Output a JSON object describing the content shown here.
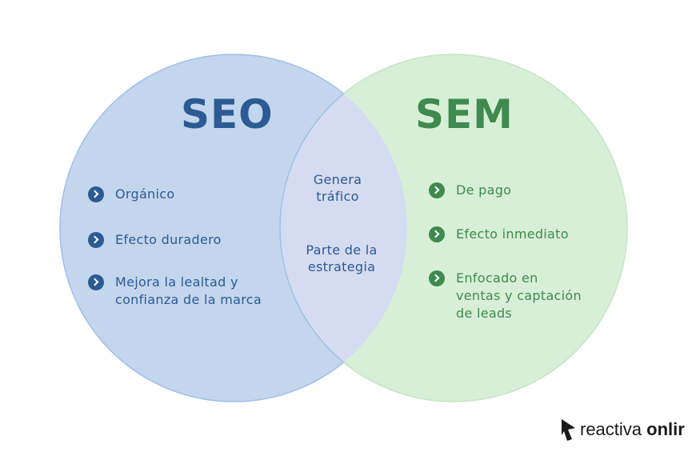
{
  "diagram": {
    "colors": {
      "seo_fill": "#c3d6ee",
      "seo_stroke": "#9dc0e8",
      "sem_fill": "#d7efd6",
      "sem_stroke": "#c6e4c6",
      "overlap_fill": "#d5dcf1",
      "seo_text": "#2c5a93",
      "sem_text": "#3f8a4e"
    },
    "seo": {
      "title": "SEO",
      "items": [
        {
          "line1": "Orgánico",
          "line2": ""
        },
        {
          "line1": "Efecto duradero",
          "line2": ""
        },
        {
          "line1": "Mejora la lealtad y",
          "line2": "confianza de la marca"
        }
      ]
    },
    "sem": {
      "title": "SEM",
      "items": [
        {
          "line1": "De pago",
          "line2": "",
          "line3": ""
        },
        {
          "line1": "Efecto inmediato",
          "line2": "",
          "line3": ""
        },
        {
          "line1": "Enfocado en",
          "line2": "ventas y captación",
          "line3": "de leads"
        }
      ]
    },
    "overlap": {
      "items": [
        {
          "line1": "Genera",
          "line2": "tráfico"
        },
        {
          "line1": "Parte de la",
          "line2": "estrategia"
        }
      ]
    }
  },
  "brand": {
    "icon": "reactiva-logo-icon",
    "word1": "reactiva",
    "word2": "onlir"
  }
}
